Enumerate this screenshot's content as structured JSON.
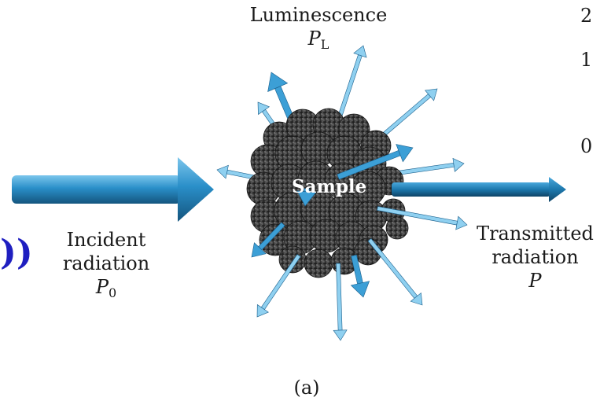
{
  "labels": {
    "luminescence": "Luminescence",
    "luminescence_symbol": "P",
    "luminescence_subscript": "L",
    "incident_line1": "Incident",
    "incident_line2": "radiation",
    "incident_symbol": "P",
    "incident_subscript": "0",
    "transmitted_line1": "Transmitted",
    "transmitted_line2": "radiation",
    "transmitted_symbol": "P",
    "sample": "Sample",
    "caption": "(a)"
  },
  "edge_numbers": [
    "2",
    "1",
    "0"
  ],
  "left_fragment": "))",
  "colors": {
    "beam": "#2a8fc9",
    "beam_dark": "#1a5f8c",
    "arrow_light": "#8fd0f0",
    "arrow_mid": "#3c9fd6",
    "sample_dark": "#2b2b2b",
    "fragment_blue": "#1f1fc0"
  }
}
